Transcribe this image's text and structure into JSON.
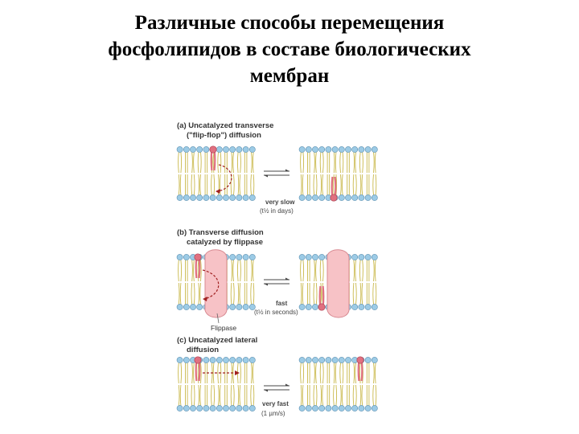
{
  "title": {
    "line1": "Различные способы перемещения",
    "line2": "фосфолипидов в составе биологических",
    "line3": "мембран"
  },
  "panels": [
    {
      "heading1": "(a) Uncatalyzed transverse",
      "heading2": "(\"flip-flop\") diffusion",
      "rate": "very slow",
      "rate_detail": "(t½ in days)"
    },
    {
      "heading1": "(b) Transverse diffusion",
      "heading2": "catalyzed by flippase",
      "rate": "fast",
      "rate_detail": "(t½ in seconds)",
      "enzyme_label": "Flippase"
    },
    {
      "heading1": "(c) Uncatalyzed lateral",
      "heading2": "diffusion",
      "rate": "very fast",
      "rate_detail": "(1 µm/s)"
    }
  ],
  "colors": {
    "headgroup": "#9ccbe6",
    "headgroup_outline": "#5a8fb0",
    "tail": "#c9b84a",
    "lipid_highlight": "#e07080",
    "flippase": "#f7c2c6",
    "arrow": "#a02020"
  }
}
